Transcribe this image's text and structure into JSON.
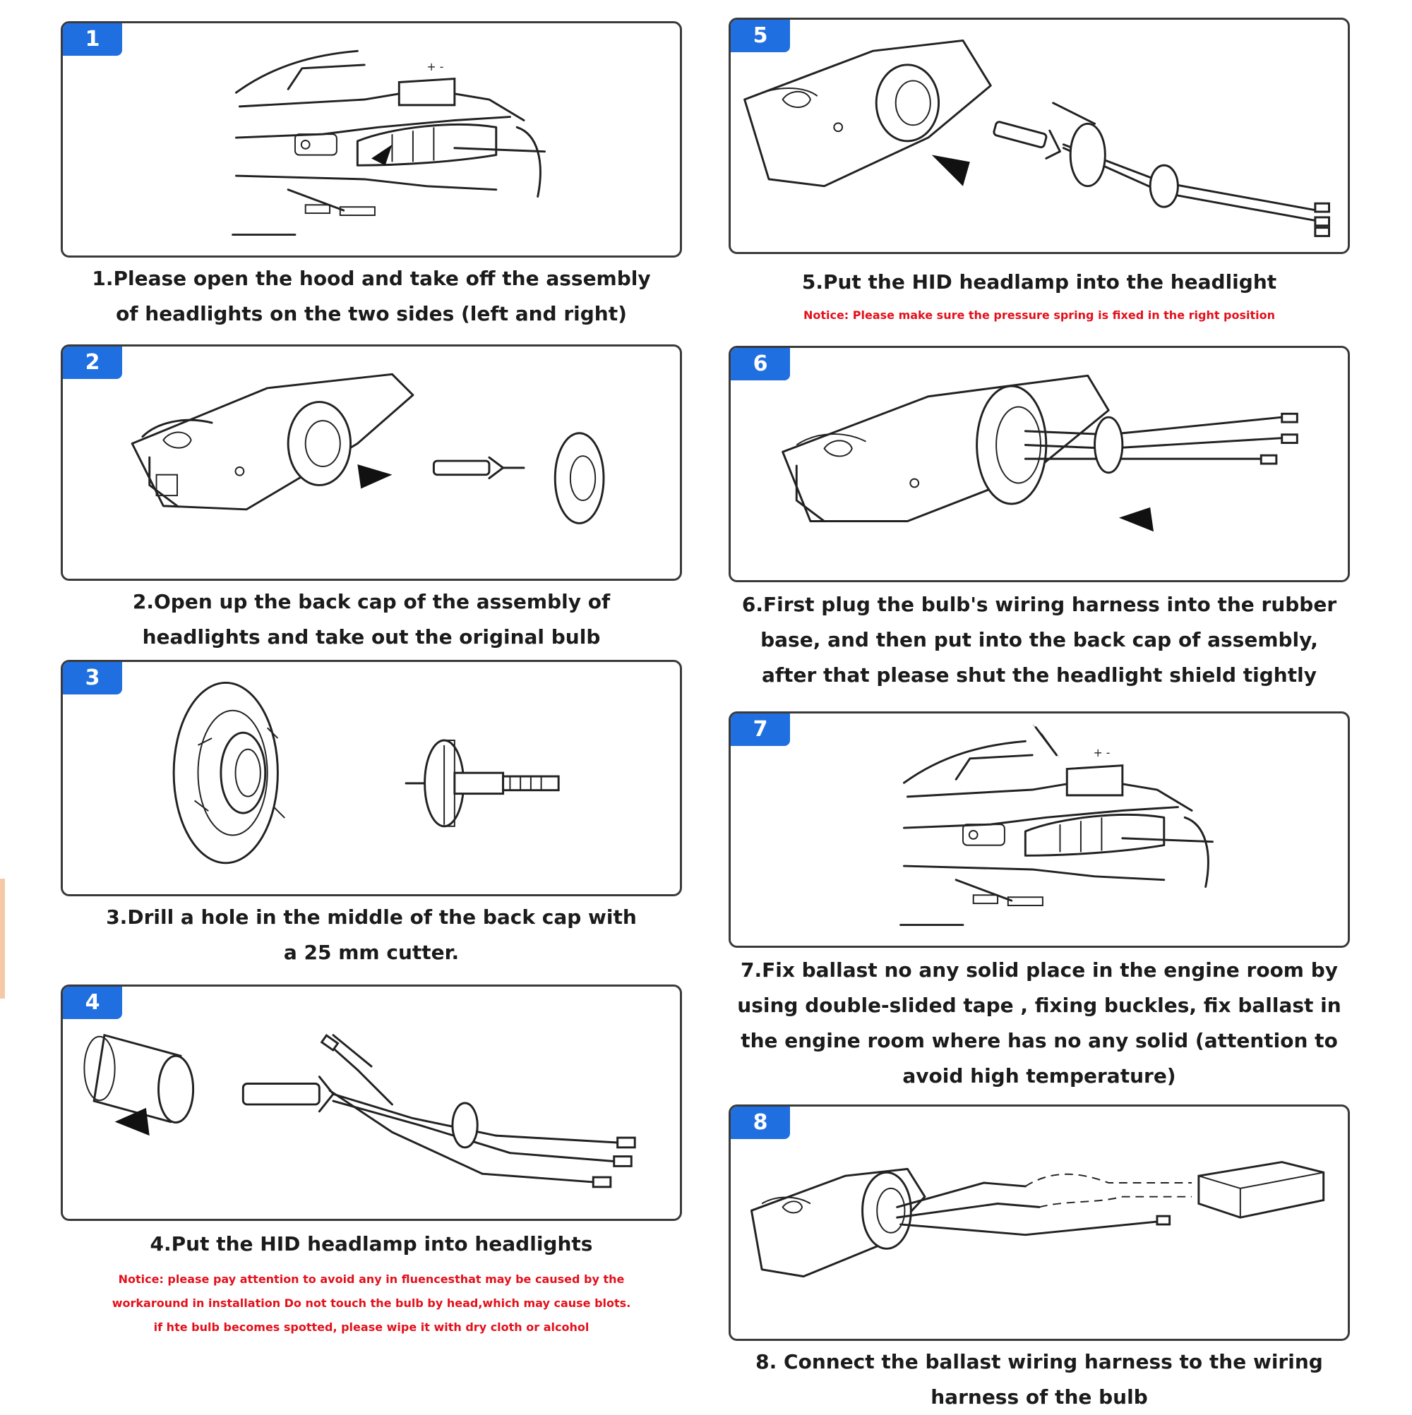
{
  "steps": [
    {
      "num": "1",
      "caption": [
        "1.Please open the hood and take off the assembly",
        "of headlights on the two sides (left and right)"
      ]
    },
    {
      "num": "2",
      "caption": [
        "2.Open up the back cap of the assembly of",
        "headlights and take out the original bulb"
      ]
    },
    {
      "num": "3",
      "caption": [
        "3.Drill a hole in the middle of the back cap with",
        "a 25 mm cutter."
      ]
    },
    {
      "num": "4",
      "caption": [
        "4.Put the HID headlamp into headlights"
      ],
      "notice": [
        "Notice:   please pay attention to avoid any in fluencesthat may be caused by the",
        "workaround in installation Do not touch the bulb by head,which may cause blots.",
        "if hte bulb becomes spotted, please wipe it with dry cloth or alcohol"
      ]
    },
    {
      "num": "5",
      "caption": [
        "5.Put the HID headlamp into the headlight"
      ],
      "notice": [
        "Notice:   Please make sure the pressure spring is fixed in the right position"
      ]
    },
    {
      "num": "6",
      "caption": [
        "6.First plug the bulb's wiring harness into the rubber",
        "base, and then put into the back cap of assembly,",
        "after that please shut the headlight shield tightly"
      ]
    },
    {
      "num": "7",
      "caption": [
        "7.Fix ballast no any solid place in the engine room by",
        "using double-slided tape , fixing buckles, fix ballast in",
        "the engine room where has no any solid (attention to",
        "avoid high temperature)"
      ]
    },
    {
      "num": "8",
      "caption": [
        "8. Connect the ballast wiring harness to the wiring",
        "harness of the bulb"
      ]
    }
  ]
}
